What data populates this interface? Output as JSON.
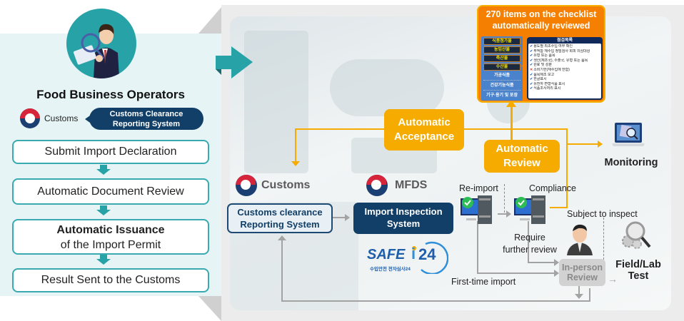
{
  "left_panel": {
    "title": "Food Business Operators",
    "customs_label": "Customs",
    "system_pill": [
      "Customs Clearance",
      "Reporting System"
    ],
    "steps": [
      {
        "label": "Submit Import Declaration"
      },
      {
        "label": "Automatic Document Review"
      },
      {
        "label_bold": "Automatic Issuance",
        "label": "of the Import Permit"
      },
      {
        "label": "Result Sent to the Customs"
      }
    ],
    "icons": {
      "avatar": "businessman-with-magnifier-icon",
      "customs_emblem": "korea-government-emblem-icon"
    }
  },
  "checklist": {
    "title_line1": "270 items on the checklist",
    "title_line2": "automatically reviewed",
    "categories": [
      {
        "label": "식품첨가물",
        "highlighted": true
      },
      {
        "label": "농임산물",
        "highlighted": true
      },
      {
        "label": "축산물",
        "highlighted": true
      },
      {
        "label": "수산물",
        "highlighted": true
      },
      {
        "label": "가공식품",
        "highlighted": false
      },
      {
        "label": "건강기능식품",
        "highlighted": false
      },
      {
        "label": "기구·용기 및 포장",
        "highlighted": false
      }
    ],
    "items_header": "점검목록",
    "items": [
      {
        "label": "용도별 최초수입 여부 확인",
        "status": "check"
      },
      {
        "label": "부적합 재수입 정밀검사 회피 의심대상",
        "status": "check"
      },
      {
        "label": "유형 또는 품목",
        "status": "check"
      },
      {
        "label": "생산(제조국), 수출국, 유형 또는 품목",
        "status": "check"
      },
      {
        "label": "원료 및 성분",
        "status": "check"
      },
      {
        "label": "소비기한(재수입에 한함)",
        "status": "cross"
      },
      {
        "label": "품목제조 보고",
        "status": "check"
      },
      {
        "label": "한글표시",
        "status": "check"
      },
      {
        "label": "유전자 변형식품 표시",
        "status": "check"
      },
      {
        "label": "식품조사처리 표시",
        "status": "check"
      }
    ]
  },
  "flow": {
    "automatic_acceptance": [
      "Automatic",
      "Acceptance"
    ],
    "automatic_review": [
      "Automatic",
      "Review"
    ],
    "monitoring": "Monitoring",
    "customs_org": "Customs",
    "mfds_org": "MFDS",
    "customs_system": [
      "Customs clearance",
      "Reporting System"
    ],
    "import_system": [
      "Import Inspection",
      "System"
    ],
    "safe_logo": {
      "text": "SAFE",
      "number": "24",
      "subtitle": "수입안전 전자심사24"
    },
    "re_import": "Re-import",
    "compliance": "Compliance",
    "subject_to_inspect": "Subject to inspect",
    "require_further_review": [
      "Require",
      "further review"
    ],
    "in_person_review": [
      "In-person",
      "Review"
    ],
    "field_lab_test": [
      "Field/Lab",
      "Test"
    ],
    "first_time_import": "First-time import"
  },
  "colors": {
    "teal": "#27a3a8",
    "navy": "#123f67",
    "orange": "#f5ab00",
    "checklist_orange": "#f47f00",
    "gray_line": "#a3a3a3"
  }
}
